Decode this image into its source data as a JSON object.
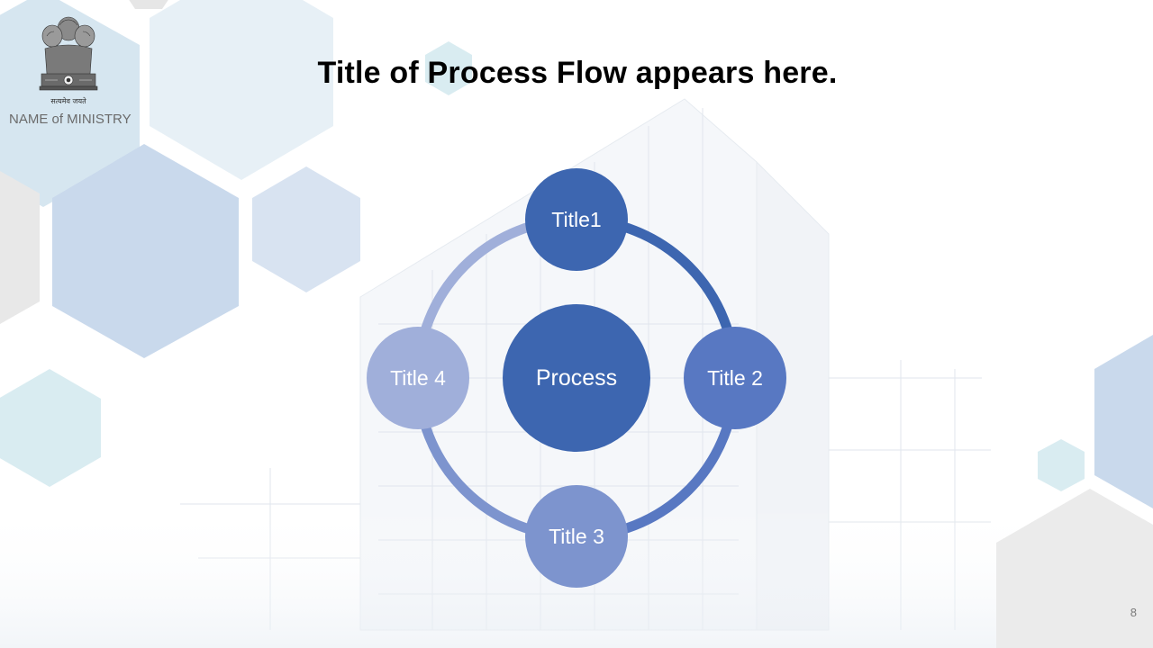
{
  "slide": {
    "title": "Title of Process Flow appears here.",
    "ministry_name": "NAME of MINISTRY",
    "page_number": "8",
    "emblem": {
      "name": "national-emblem-icon",
      "motto": "सत्यमेव जयते"
    }
  },
  "diagram": {
    "center": {
      "label": "Process",
      "color": "#3d66b0"
    },
    "nodes": [
      {
        "label": "Title1",
        "color": "#3d66b0"
      },
      {
        "label": "Title 2",
        "color": "#5878c2"
      },
      {
        "label": "Title 3",
        "color": "#7d94ce"
      },
      {
        "label": "Title 4",
        "color": "#a0afda"
      }
    ],
    "arc_colors": [
      "#3d66b0",
      "#5878c2",
      "#7d94ce",
      "#a0afda"
    ]
  }
}
